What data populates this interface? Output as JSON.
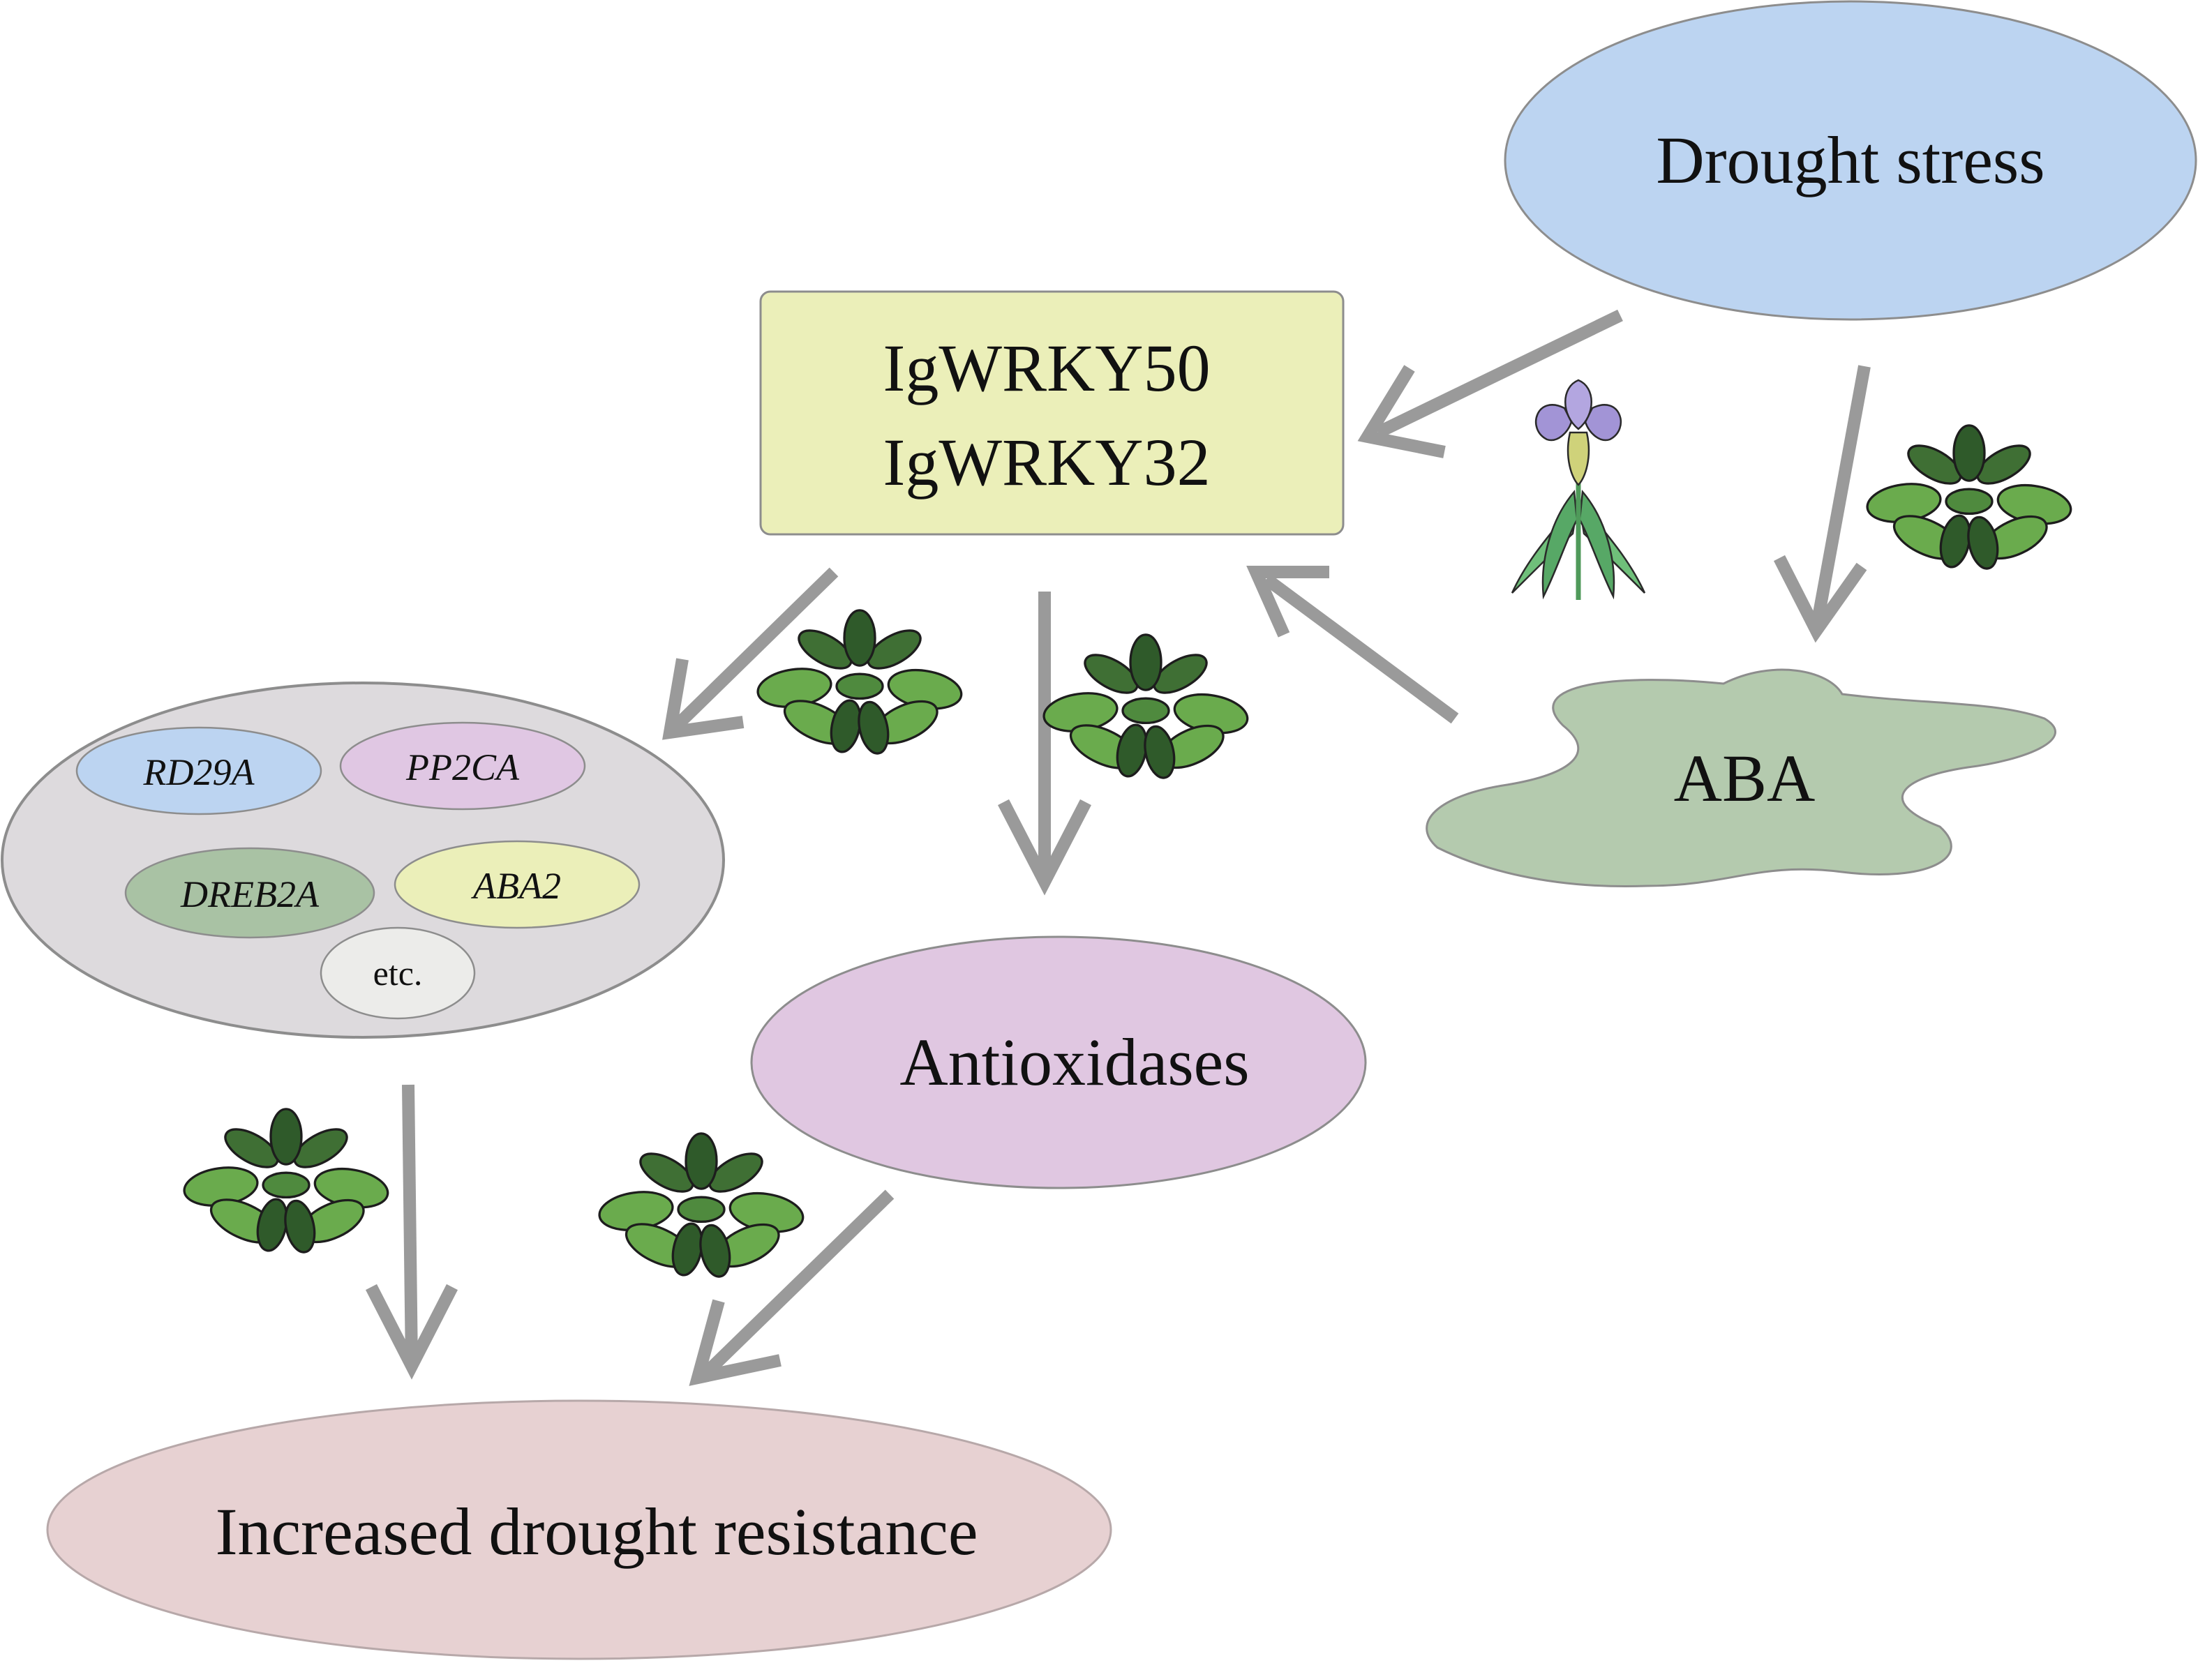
{
  "nodes": {
    "drought_stress": {
      "label": "Drought stress",
      "color": "#bcd4f1"
    },
    "wrky": {
      "line1": "IgWRKY50",
      "line2": "IgWRKY32",
      "color": "#ebefb9"
    },
    "aba": {
      "label": "ABA",
      "color": "#b4caae"
    },
    "genes": {
      "color": "#dddadd",
      "items": [
        {
          "label": "RD29A",
          "color": "#bcd4f1"
        },
        {
          "label": "PP2CA",
          "color": "#e0c7e3"
        },
        {
          "label": "DREB2A",
          "color": "#a9c2a4"
        },
        {
          "label": "ABA2",
          "color": "#ebefb9"
        },
        {
          "label": "etc.",
          "color": "#ececea"
        }
      ]
    },
    "antioxidases": {
      "label": "Antioxidases",
      "color": "#e0c7e1"
    },
    "resistance": {
      "label": "Increased drought resistance",
      "color": "#e7d1d2"
    }
  },
  "colors": {
    "arrow": "#9a9a9a",
    "plant_dark": "#2f5a2a",
    "plant_light": "#6aab4d",
    "iris_petal": "#a294d6",
    "iris_leaf": "#6fbf7a"
  },
  "icons": [
    "arabidopsis-rosette-icon",
    "iris-flower-icon"
  ]
}
